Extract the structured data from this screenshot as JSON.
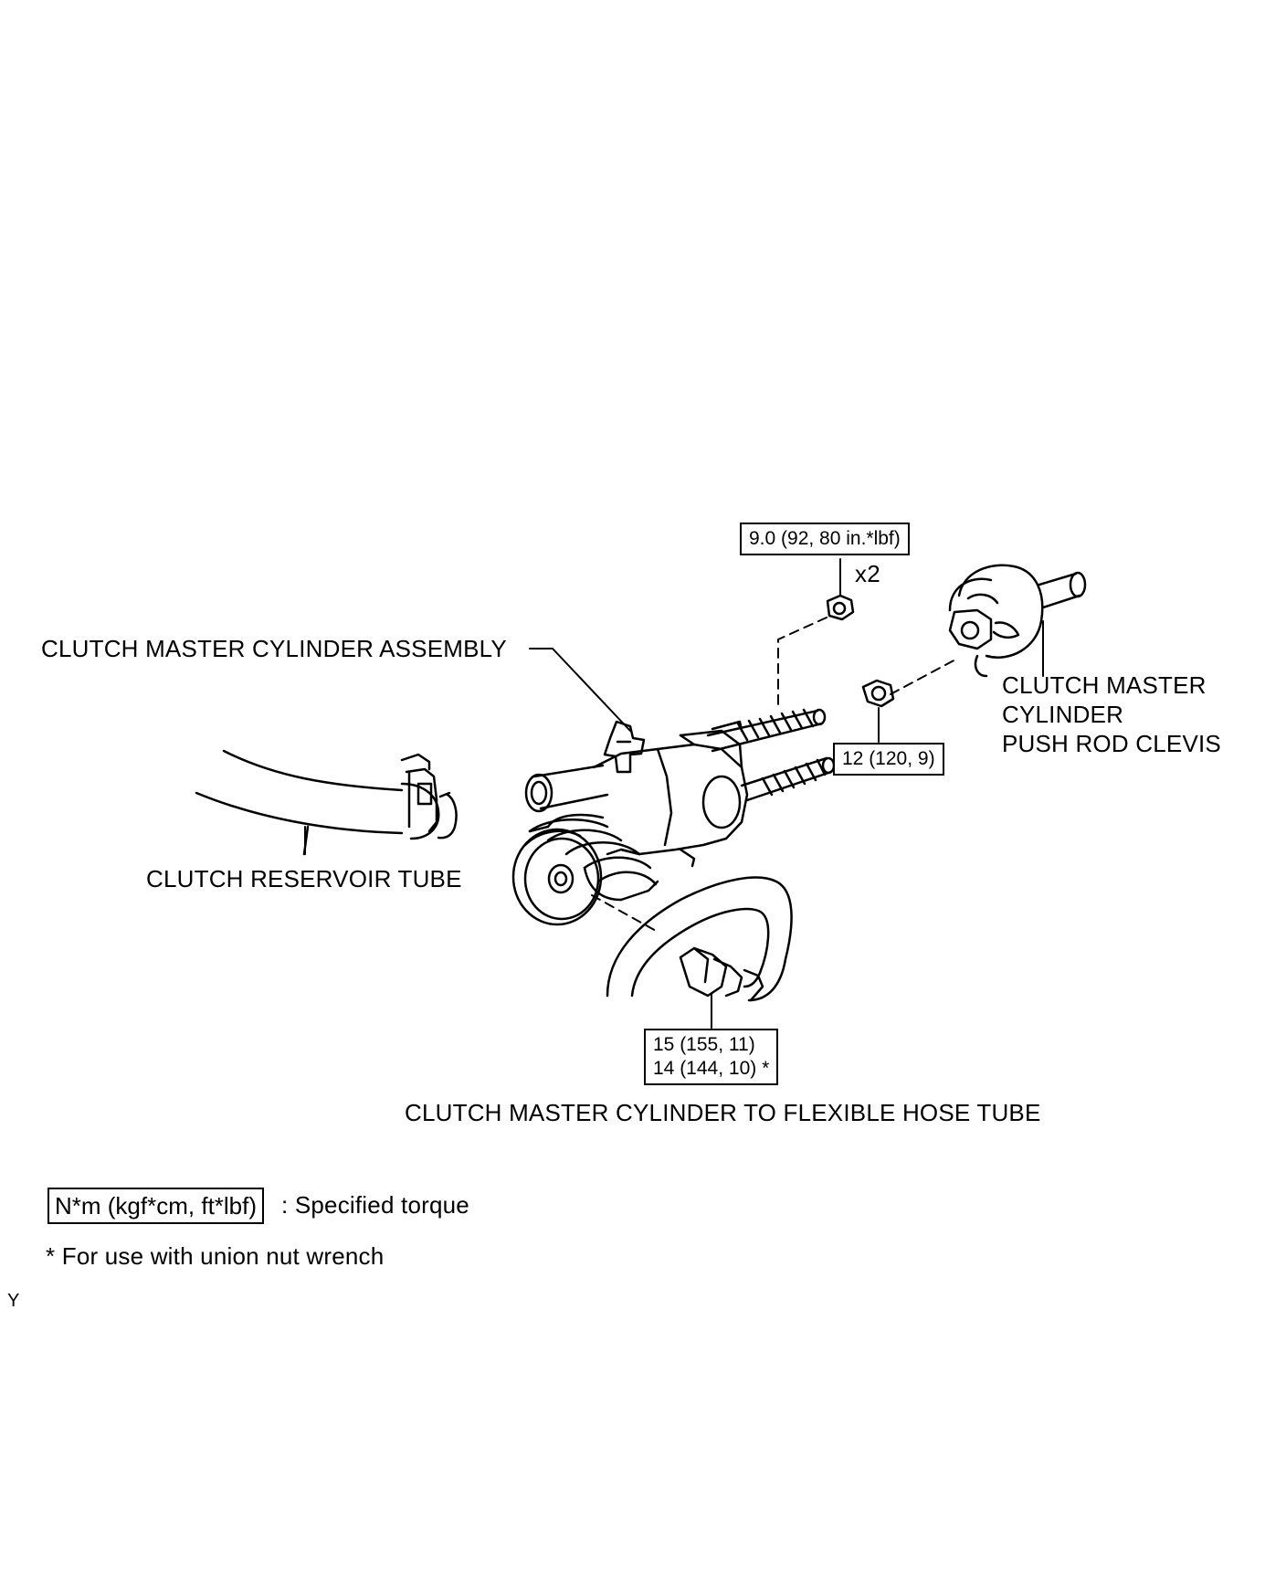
{
  "labels": {
    "master_cylinder_assembly": "CLUTCH MASTER CYLINDER ASSEMBLY",
    "push_rod_clevis_line1": "CLUTCH MASTER",
    "push_rod_clevis_line2": "CYLINDER",
    "push_rod_clevis_line3": "PUSH ROD CLEVIS",
    "reservoir_tube": "CLUTCH RESERVOIR TUBE",
    "flexible_hose_tube": "CLUTCH MASTER CYLINDER TO FLEXIBLE HOSE TUBE",
    "quantity": "x2"
  },
  "torque": {
    "nuts": "9.0 (92, 80 in.*lbf)",
    "clevis_nut": "12 (120, 9)",
    "tube_line1": "15 (155, 11)",
    "tube_line2": "14 (144, 10) *"
  },
  "legend": {
    "unit_box": "N*m (kgf*cm, ft*lbf)",
    "unit_desc": ": Specified torque",
    "footnote": "* For use with union nut wrench"
  },
  "figure_code": "Y"
}
